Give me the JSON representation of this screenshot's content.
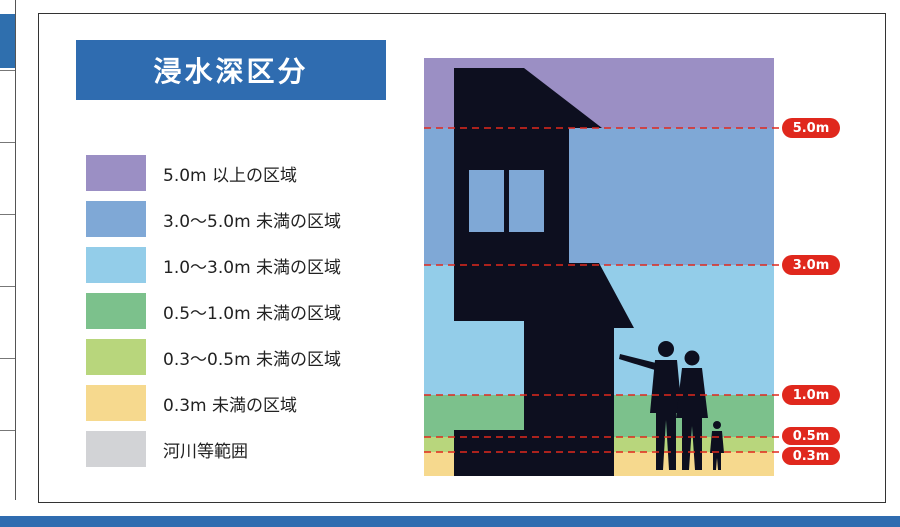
{
  "title": "浸水深区分",
  "legend": [
    {
      "label": "5.0m 以上の区域",
      "color": "#9b8fc4"
    },
    {
      "label": "3.0～5.0m 未満の区域",
      "color": "#7fa8d6"
    },
    {
      "label": "1.0～3.0m 未満の区域",
      "color": "#93cde9"
    },
    {
      "label": "0.5～1.0m 未満の区域",
      "color": "#7cc18c"
    },
    {
      "label": "0.3～0.5m 未満の区域",
      "color": "#b8d67c"
    },
    {
      "label": "0.3m 未満の区域",
      "color": "#f6d98e"
    },
    {
      "label": "河川等範囲",
      "color": "#d2d3d6"
    }
  ],
  "depth_markers": [
    {
      "label": "5.0m"
    },
    {
      "label": "3.0m"
    },
    {
      "label": "1.0m"
    },
    {
      "label": "0.5m"
    },
    {
      "label": "0.3m"
    }
  ],
  "colors": {
    "title_bg": "#2f6cb0",
    "marker_red": "#e0281d",
    "dash_red": "#e0281d",
    "silhouette": "#0d0f1f"
  }
}
